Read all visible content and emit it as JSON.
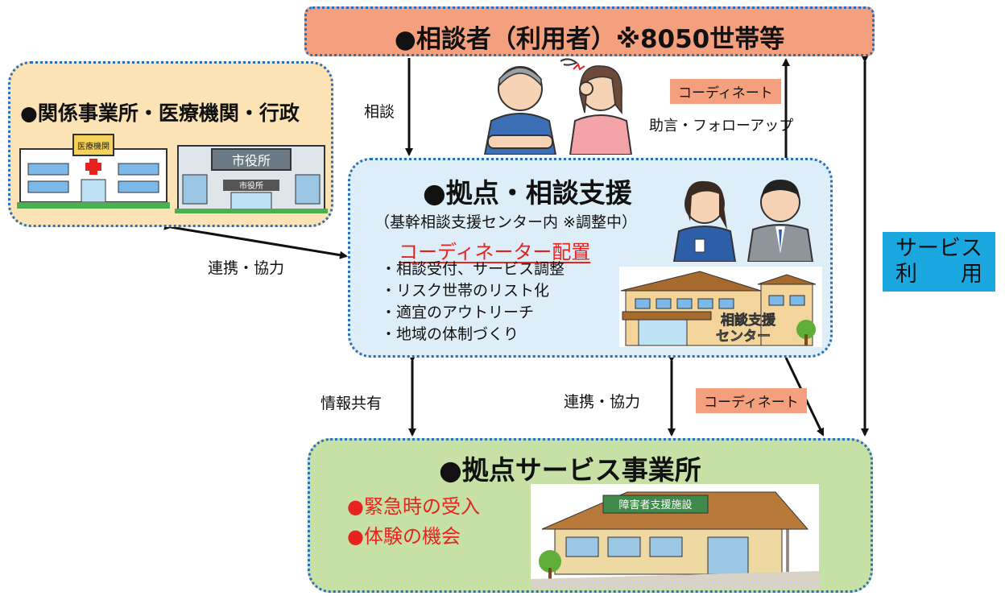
{
  "top": {
    "title": "●相談者（利用者）※8050世帯等"
  },
  "left": {
    "title": "●関係事業所・医療機関・行政",
    "hospital_sign": "医療機関",
    "cityhall_sign": "市役所",
    "cityhall_sub": "市役所"
  },
  "center": {
    "title": "●拠点・相談支援",
    "subtitle": "（基幹相談支援センター内 ※調整中）",
    "highlight": "コーディネーター配置",
    "bullets": [
      "・相談受付、サービス調整",
      "・リスク世帯のリスト化",
      "・適宜のアウトリーチ",
      "・地域の体制づくり"
    ],
    "building_label_1": "相談支援",
    "building_label_2": "センター"
  },
  "bottom": {
    "title": "●拠点サービス事業所",
    "items": [
      "●緊急時の受入",
      "●体験の機会"
    ],
    "facility_sign": "障害者支援施設"
  },
  "labels": {
    "consult": "相談",
    "coordinate_top": "コーディネート",
    "advice": "助言・フォローアップ",
    "renkei_left": "連携・協力",
    "info_share": "情報共有",
    "renkei_bottom": "連携・協力",
    "coordinate_bottom": "コーディネート",
    "service_line1": "サービス",
    "service_line2": "利　　用"
  },
  "colors": {
    "top_bg": "#f4a07e",
    "left_bg": "#fbe3b6",
    "center_bg": "#ddeef8",
    "bottom_bg": "#c6e0a6",
    "service_bg": "#1ba8e0",
    "red": "#e6231f",
    "border": "#2e6fb3"
  }
}
